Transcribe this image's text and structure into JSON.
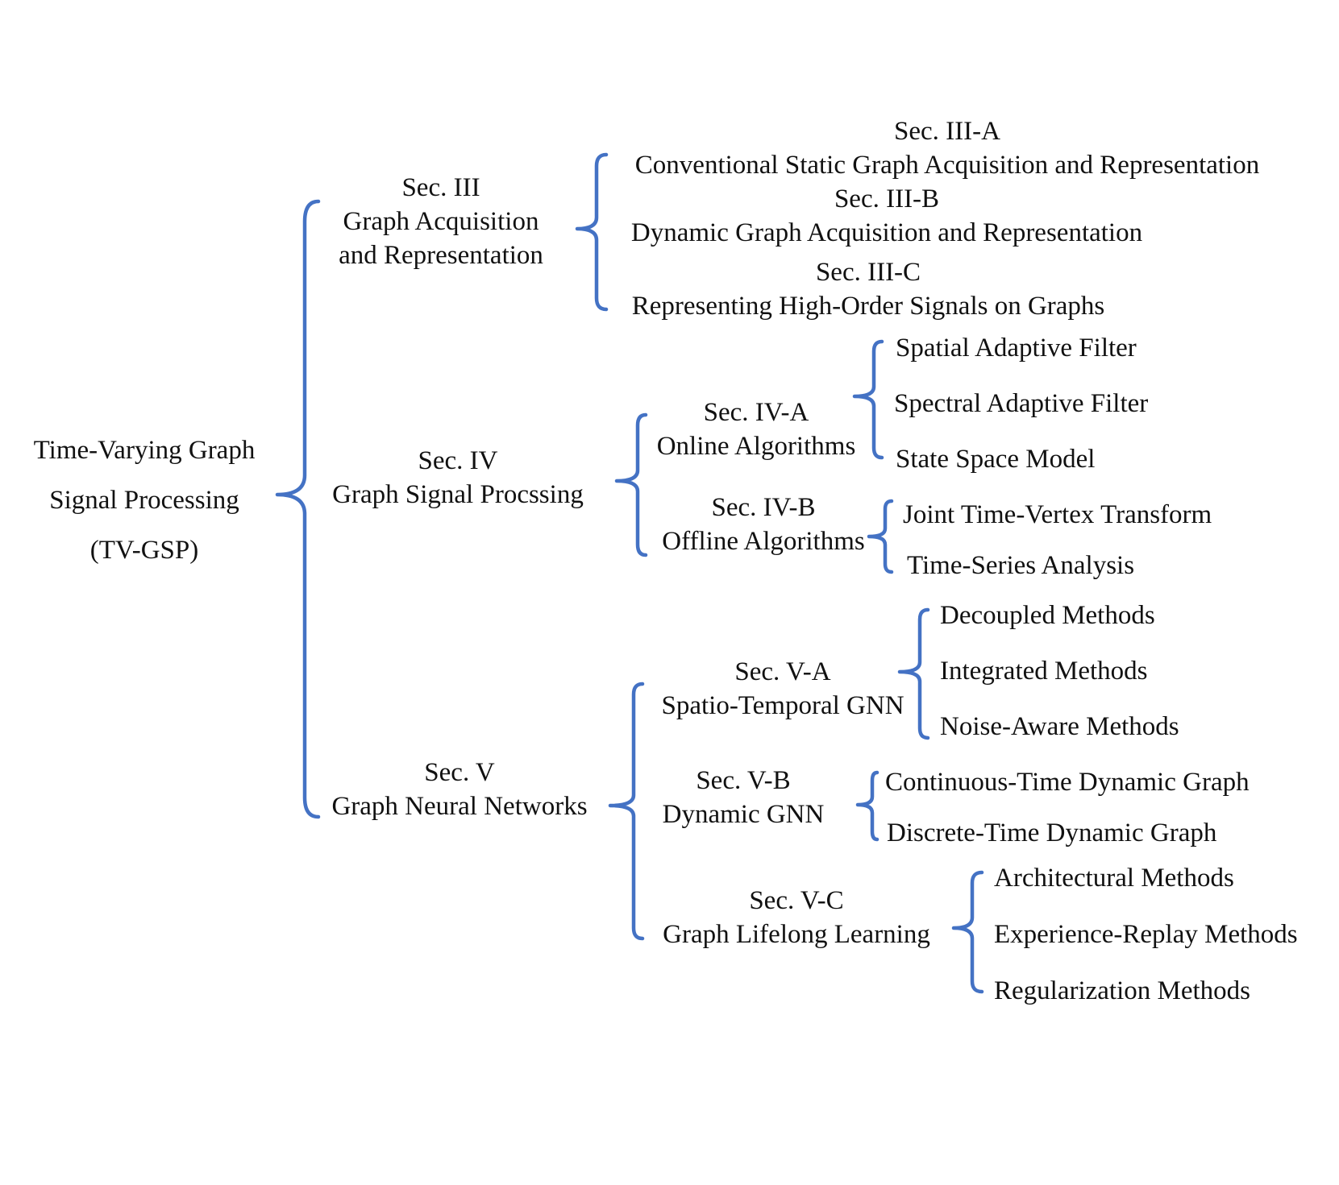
{
  "root": {
    "line1": "Time-Varying Graph",
    "line2": "Signal Processing",
    "line3": "(TV-GSP)"
  },
  "sec3": {
    "sec": "Sec. III",
    "line1": "Graph Acquisition",
    "line2": "and Representation",
    "a": {
      "sec": "Sec. III-A",
      "title": "Conventional Static Graph Acquisition and Representation"
    },
    "b": {
      "sec": "Sec. III-B",
      "title": "Dynamic Graph Acquisition and Representation"
    },
    "c": {
      "sec": "Sec. III-C",
      "title": "Representing High-Order Signals on Graphs"
    }
  },
  "sec4": {
    "sec": "Sec. IV",
    "title": "Graph Signal Procssing",
    "a": {
      "sec": "Sec. IV-A",
      "title": "Online Algorithms",
      "items": [
        "Spatial Adaptive Filter",
        "Spectral Adaptive Filter",
        "State Space Model"
      ]
    },
    "b": {
      "sec": "Sec. IV-B",
      "title": "Offline Algorithms",
      "items": [
        "Joint Time-Vertex Transform",
        "Time-Series Analysis"
      ]
    }
  },
  "sec5": {
    "sec": "Sec. V",
    "title": "Graph Neural Networks",
    "a": {
      "sec": "Sec. V-A",
      "title": "Spatio-Temporal GNN",
      "items": [
        "Decoupled Methods",
        "Integrated Methods",
        "Noise-Aware Methods"
      ]
    },
    "b": {
      "sec": "Sec. V-B",
      "title": "Dynamic GNN",
      "items": [
        "Continuous-Time Dynamic Graph",
        "Discrete-Time Dynamic Graph"
      ]
    },
    "c": {
      "sec": "Sec. V-C",
      "title": "Graph Lifelong Learning",
      "items": [
        "Architectural Methods",
        "Experience-Replay Methods",
        "Regularization Methods"
      ]
    }
  },
  "colors": {
    "brace": "#4472C4",
    "text": "#111111",
    "background": "#ffffff"
  }
}
